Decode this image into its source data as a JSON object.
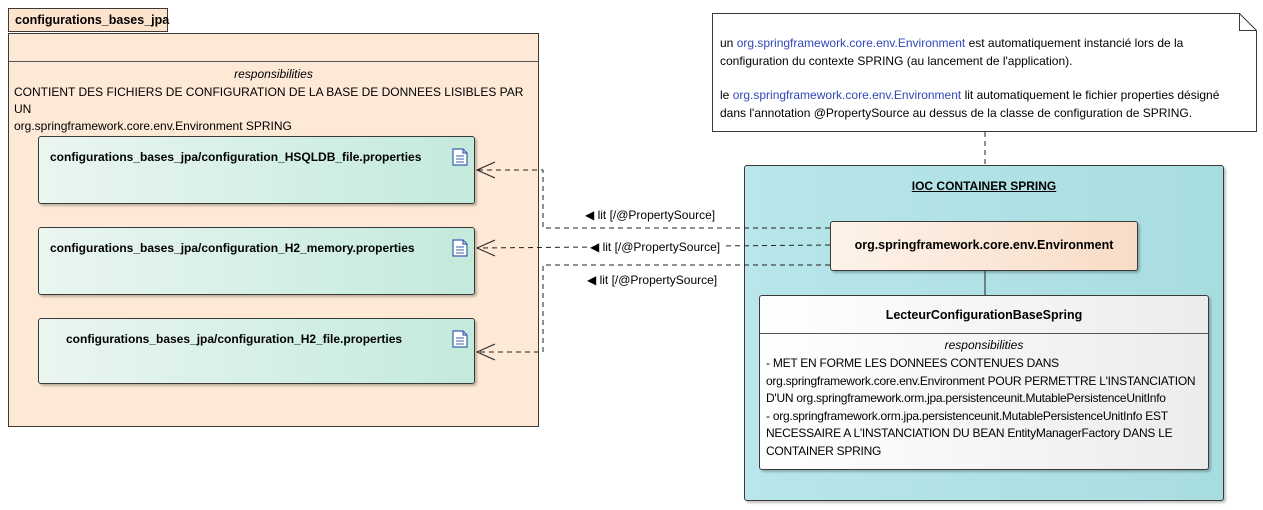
{
  "package": {
    "name": "configurations_bases_jpa",
    "responsibilities_title": "responsibilities",
    "responsibilities_line1": "CONTIENT DES FICHIERS DE CONFIGURATION DE LA BASE DE DONNEES LISIBLES PAR UN",
    "responsibilities_line2": "org.springframework.core.env.Environment SPRING"
  },
  "files": [
    {
      "name": "configurations_bases_jpa/configuration_HSQLDB_file.properties",
      "icon": "document-icon"
    },
    {
      "name": "configurations_bases_jpa/configuration_H2_memory.properties",
      "icon": "document-icon"
    },
    {
      "name": "configurations_bases_jpa/configuration_H2_file.properties",
      "icon": "document-icon"
    }
  ],
  "note": {
    "p1_prefix": "un ",
    "p1_link": "org.springframework.core.env.Environment",
    "p1_suffix": " est automatiquement instancié lors de la",
    "p1_line2": "configuration du contexte SPRING (au lancement de l'application).",
    "p2_prefix": "le ",
    "p2_link": "org.springframework.core.env.Environment",
    "p2_suffix": " lit automatiquement le fichier properties désigné",
    "p2_line2": "dans l'annotation @PropertySource au dessus de la classe de configuration de SPRING."
  },
  "connectors": [
    {
      "label": "◀ lit [/@PropertySource]"
    },
    {
      "label": "◀ lit [/@PropertySource]"
    },
    {
      "label": "◀ lit [/@PropertySource]"
    }
  ],
  "ioc": {
    "title": "IOC CONTAINER SPRING",
    "environment": "org.springframework.core.env.Environment",
    "lecteur": {
      "name": "LecteurConfigurationBaseSpring",
      "responsibilities_title": "responsibilities",
      "lines": [
        "- MET EN FORME LES DONNEES CONTENUES DANS",
        "org.springframework.core.env.Environment POUR PERMETTRE L'INSTANCIATION",
        "D'UN org.springframework.orm.jpa.persistenceunit.MutablePersistenceUnitInfo",
        "- org.springframework.orm.jpa.persistenceunit.MutablePersistenceUnitInfo EST",
        "NECESSAIRE A L'INSTANCIATION DU BEAN EntityManagerFactory DANS LE",
        "CONTAINER SPRING"
      ]
    }
  },
  "colors": {
    "package_fill": "#fde9d6",
    "file_fill": "#c3eadb",
    "ioc_fill": "#b8e6ea",
    "environment_fill": "#f8dcc6",
    "note_link": "#3048b8"
  }
}
